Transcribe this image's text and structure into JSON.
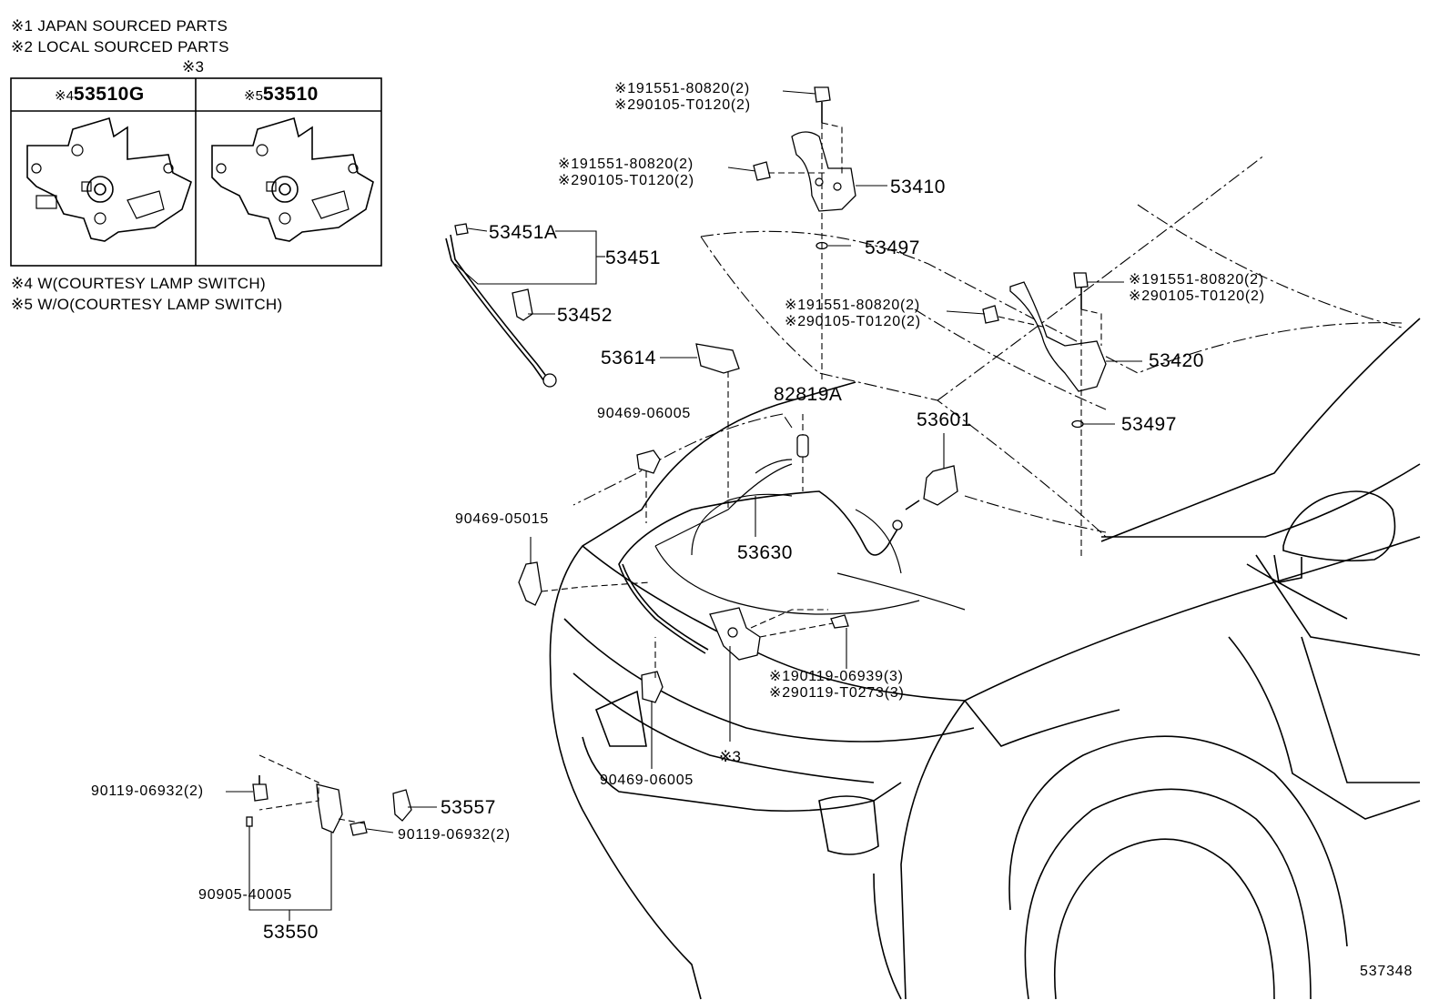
{
  "notes": {
    "n1": "※1 JAPAN SOURCED PARTS",
    "n2": "※2 LOCAL SOURCED PARTS",
    "n3": "※3",
    "n4": "※4 W(COURTESY LAMP SWITCH)",
    "n5": "※5 W/O(COURTESY LAMP SWITCH)"
  },
  "inset": {
    "left_mark": "※4",
    "left_part": "53510G",
    "right_mark": "※5",
    "right_part": "53510"
  },
  "labels": {
    "hinge_left_bolt_a1": "※191551-80820(2)",
    "hinge_left_bolt_a2": "※290105-T0120(2)",
    "hinge_left_bolt_b1": "※191551-80820(2)",
    "hinge_left_bolt_b2": "※290105-T0120(2)",
    "p53410": "53410",
    "p53497_a": "53497",
    "p53451A": "53451A",
    "p53451": "53451",
    "p53452": "53452",
    "hinge_right_bolt_a1": "※191551-80820(2)",
    "hinge_right_bolt_a2": "※290105-T0120(2)",
    "hinge_right_bolt_b1": "※191551-80820(2)",
    "hinge_right_bolt_b2": "※290105-T0120(2)",
    "p53420": "53420",
    "p53497_b": "53497",
    "p53614": "53614",
    "p82819A": "82819A",
    "p53601": "53601",
    "clip_top": "90469-06005",
    "clip_side": "90469-05015",
    "p53630": "53630",
    "lock_bolt_1": "※190119-06939(3)",
    "lock_bolt_2": "※290119-T0273(3)",
    "mark3": "※3",
    "clip_bottom": "90469-06005",
    "bolt_left": "90119-06932(2)",
    "p53557": "53557",
    "bolt_right": "90119-06932(2)",
    "p90905": "90905-40005",
    "p53550": "53550",
    "fig_no": "537348"
  }
}
